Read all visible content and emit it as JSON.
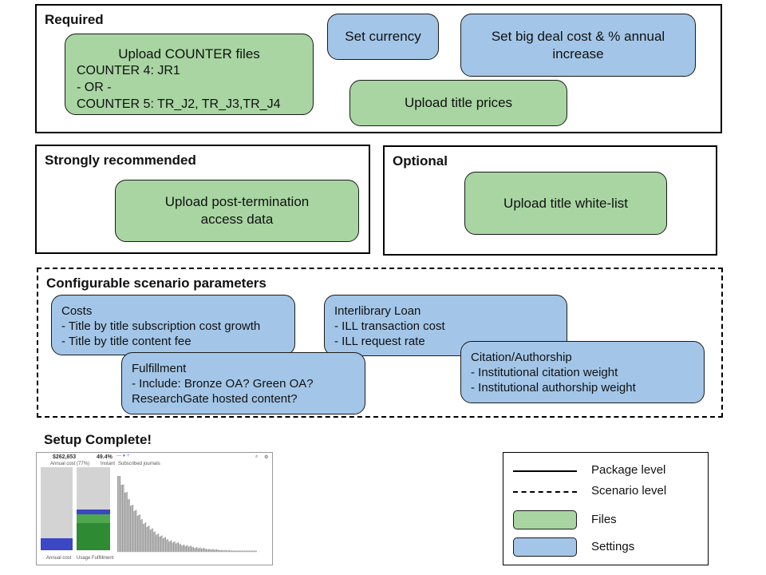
{
  "required": {
    "title": "Required",
    "upload_counter": {
      "title": "Upload COUNTER files",
      "line1": "COUNTER 4: JR1",
      "line2": "- OR -",
      "line3": "COUNTER 5: TR_J2, TR_J3,TR_J4"
    },
    "set_currency": "Set currency",
    "set_big_deal": {
      "line1": "Set big deal cost & % annual",
      "line2": "increase"
    },
    "upload_title_prices": "Upload title prices"
  },
  "strongly_recommended": {
    "title": "Strongly recommended",
    "upload_post_termination": {
      "line1": "Upload post-termination",
      "line2": "access data"
    }
  },
  "optional": {
    "title": "Optional",
    "upload_white_list": "Upload title white-list"
  },
  "configurable": {
    "title": "Configurable scenario parameters",
    "costs": {
      "title": "Costs",
      "item1": "- Title by title subscription cost growth",
      "item2": "- Title by title content fee"
    },
    "ill": {
      "title": "Interlibrary Loan",
      "item1": "- ILL transaction cost",
      "item2": "- ILL request rate"
    },
    "fulfillment": {
      "title": "Fulfillment",
      "item1": "- Include: Bronze OA? Green OA?",
      "item2": "ResearchGate hosted content?"
    },
    "citation": {
      "title": "Citation/Authorship",
      "item1": "- Institutional citation weight",
      "item2": "- Institutional authorship weight"
    }
  },
  "setup_complete": {
    "title": "Setup Complete!"
  },
  "thumbnail": {
    "cost_value": "$262,653",
    "cost_label": "Annual cost (77%)",
    "fulfillment_value": "49.4%",
    "fulfillment_label": "Instant",
    "col1_label": "Annual cost",
    "col2_label": "Usage Fulfillment",
    "subscribed_label": "Subscribed journals"
  },
  "legend": {
    "package_level": "Package level",
    "scenario_level": "Scenario level",
    "files": "Files",
    "settings": "Settings"
  },
  "colors": {
    "files": "#a8d5a2",
    "settings": "#a3c6e8"
  }
}
